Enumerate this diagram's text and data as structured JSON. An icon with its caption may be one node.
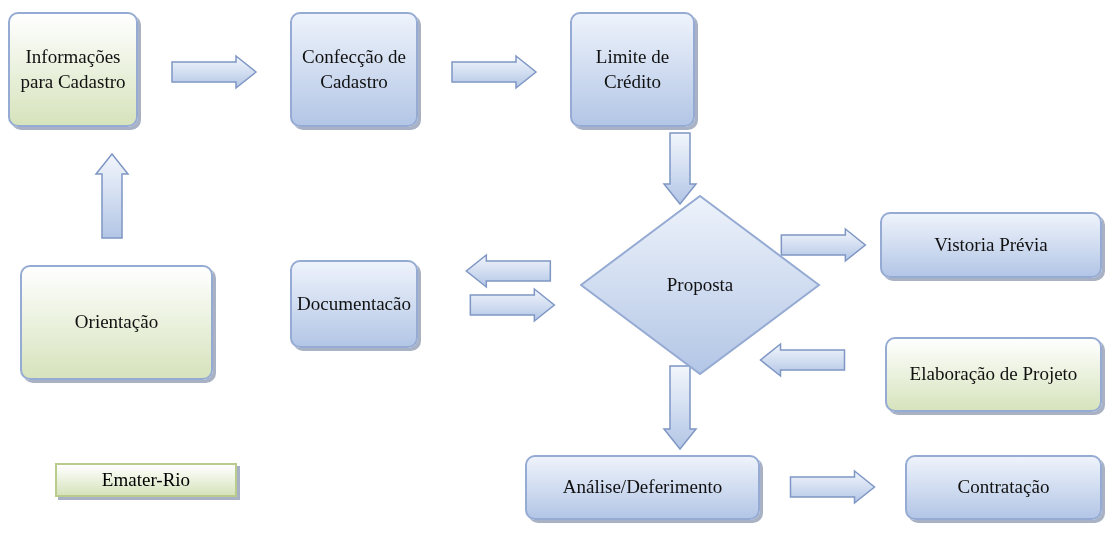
{
  "diagram": {
    "nodes": [
      {
        "text": [
          "Informações para Cadastro"
        ]
      },
      {
        "text": [
          "Confecção de Cadastro"
        ]
      },
      {
        "text": [
          "Limite de Crédito"
        ]
      },
      {
        "text": [
          "Orientação"
        ]
      },
      {
        "text": [
          "Documentacão"
        ]
      },
      {
        "text": [
          "Proposta"
        ]
      },
      {
        "text": [
          "Vistoria Prévia"
        ]
      },
      {
        "text": [
          "Elaboração de Projeto"
        ]
      },
      {
        "text": [
          "Análise/Deferimento"
        ]
      },
      {
        "text": [
          "Contratação"
        ]
      }
    ],
    "edges": [
      {
        "from": 0,
        "to": 1,
        "arrow": "to"
      },
      {
        "from": 1,
        "to": 2,
        "arrow": "to"
      },
      {
        "from": 2,
        "to": 5,
        "arrow": "to"
      },
      {
        "from": 3,
        "to": 0,
        "arrow": "to"
      },
      {
        "from": 5,
        "to": 4,
        "arrow": "to"
      },
      {
        "from": 5,
        "to": 6,
        "arrow": "to"
      },
      {
        "from": 4,
        "to": 5,
        "arrow": "to"
      },
      {
        "from": 7,
        "to": 5,
        "arrow": "to"
      },
      {
        "from": 5,
        "to": 8,
        "arrow": "to"
      },
      {
        "from": 8,
        "to": 9,
        "arrow": "to"
      }
    ],
    "legend": [
      {
        "text": "Emater-Rio",
        "color": "#d6e3bc"
      }
    ]
  }
}
